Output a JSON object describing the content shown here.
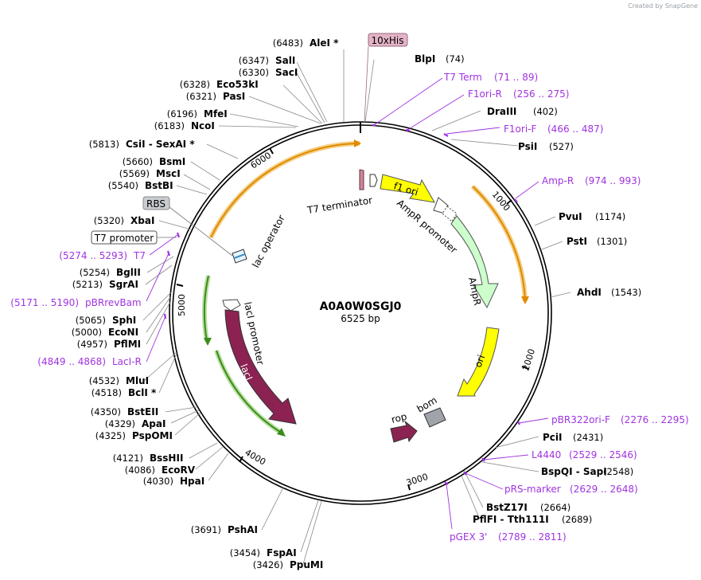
{
  "credit": "Created by SnapGene",
  "plasmid": {
    "name": "A0A0W0SGJ0",
    "length_label": "6525 bp"
  },
  "ticks": [
    "1000",
    "2000",
    "3000",
    "4000",
    "5000",
    "6000"
  ],
  "features": {
    "t7_terminator": "T7 terminator",
    "f1_ori": "f1 ori",
    "ampr_promoter": "AmpR promoter",
    "ampr": "AmpR",
    "ori": "ori",
    "bom": "bom",
    "rop": "rop",
    "laci": "lacI",
    "laci_promoter": "lacI promoter",
    "lac_operator": "lac operator",
    "his_tag": "10xHis",
    "rbs": "RBS",
    "t7_promoter": "T7 promoter"
  },
  "sites": [
    {
      "pos": "(6483)",
      "name": "AleI *"
    },
    {
      "pos": "(74)",
      "name": "BlpI"
    },
    {
      "pos": "(6347)",
      "name": "SalI"
    },
    {
      "pos": "(6330)",
      "name": "SacI"
    },
    {
      "pos": "(6328)",
      "name": "Eco53kI"
    },
    {
      "pos": "(6321)",
      "name": "PasI"
    },
    {
      "pos": "(6196)",
      "name": "MfeI"
    },
    {
      "pos": "(6183)",
      "name": "NcoI"
    },
    {
      "pos": "(5813)",
      "name": "CsiI  -  SexAI *"
    },
    {
      "pos": "(5660)",
      "name": "BsmI"
    },
    {
      "pos": "(5569)",
      "name": "MscI"
    },
    {
      "pos": "(5540)",
      "name": "BstBI"
    },
    {
      "pos": "(5320)",
      "name": "XbaI"
    },
    {
      "pos": "(5254)",
      "name": "BglII"
    },
    {
      "pos": "(5213)",
      "name": "SgrAI"
    },
    {
      "pos": "(5065)",
      "name": "SphI"
    },
    {
      "pos": "(5000)",
      "name": "EcoNI"
    },
    {
      "pos": "(4957)",
      "name": "PflMI"
    },
    {
      "pos": "(4532)",
      "name": "MluI"
    },
    {
      "pos": "(4518)",
      "name": "BclI *"
    },
    {
      "pos": "(4350)",
      "name": "BstEII"
    },
    {
      "pos": "(4329)",
      "name": "ApaI"
    },
    {
      "pos": "(4325)",
      "name": "PspOMI"
    },
    {
      "pos": "(4121)",
      "name": "BssHII"
    },
    {
      "pos": "(4086)",
      "name": "EcoRV"
    },
    {
      "pos": "(4030)",
      "name": "HpaI"
    },
    {
      "pos": "(3691)",
      "name": "PshAI"
    },
    {
      "pos": "(3454)",
      "name": "FspAI"
    },
    {
      "pos": "(3426)",
      "name": "PpuMI"
    },
    {
      "pos": "(402)",
      "name": "DraIII"
    },
    {
      "pos": "(527)",
      "name": "PsiI"
    },
    {
      "pos": "(1174)",
      "name": "PvuI"
    },
    {
      "pos": "(1301)",
      "name": "PstI"
    },
    {
      "pos": "(1543)",
      "name": "AhdI"
    },
    {
      "pos": "(2431)",
      "name": "PciI"
    },
    {
      "pos": "(2548)",
      "name": "BspQI  -  SapI"
    },
    {
      "pos": "(2664)",
      "name": "BstZ17I"
    },
    {
      "pos": "(2689)",
      "name": "PflFI  -  Tth111I"
    }
  ],
  "primers": [
    {
      "name": "T7 Term",
      "range": "(71 .. 89)"
    },
    {
      "name": "F1ori-R",
      "range": "(256 .. 275)"
    },
    {
      "name": "F1ori-F",
      "range": "(466 .. 487)"
    },
    {
      "name": "Amp-R",
      "range": "(974 .. 993)"
    },
    {
      "name": "pBR322ori-F",
      "range": "(2276 .. 2295)"
    },
    {
      "name": "L4440",
      "range": "(2529 .. 2546)"
    },
    {
      "name": "pRS-marker",
      "range": "(2629 .. 2648)"
    },
    {
      "name": "pGEX 3'",
      "range": "(2789 .. 2811)"
    },
    {
      "name": "LacI-R",
      "range": "(4849 .. 4868)"
    },
    {
      "name": "pBRrevBam",
      "range": "(5171 .. 5190)"
    },
    {
      "name": "T7",
      "range": "(5274 .. 5293)"
    }
  ]
}
